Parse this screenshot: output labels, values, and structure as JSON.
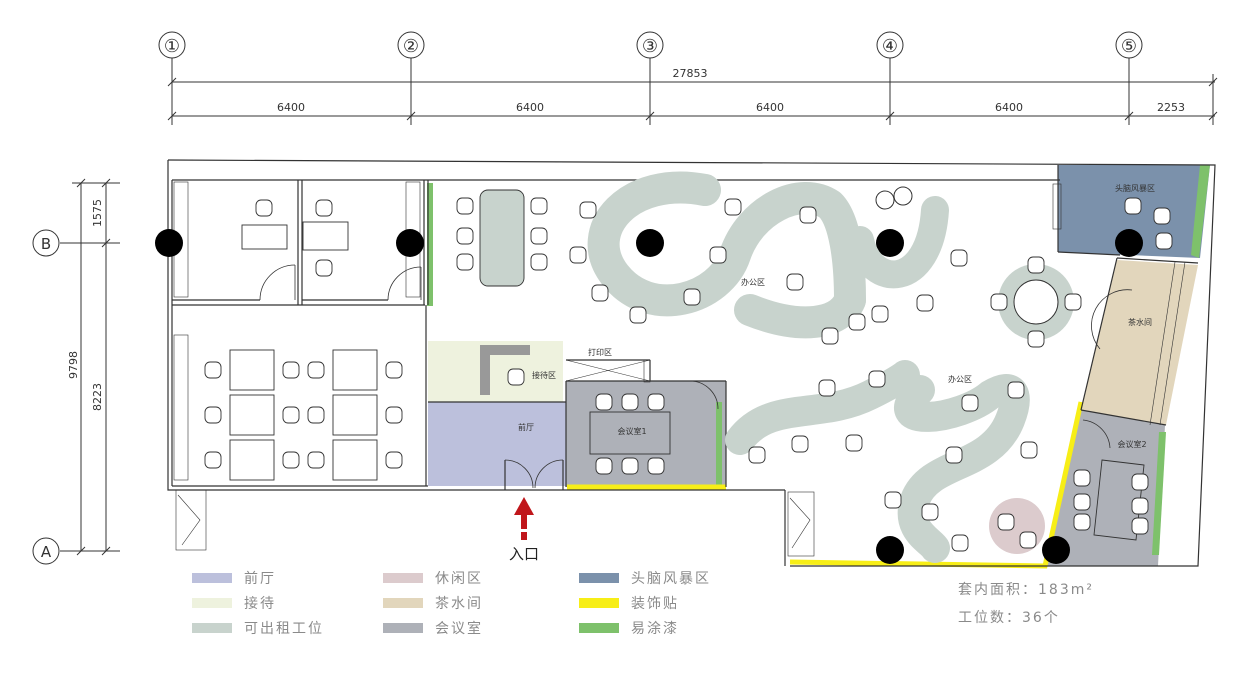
{
  "grid_columns": [
    "①",
    "②",
    "③",
    "④",
    "⑤"
  ],
  "grid_rows": [
    "B",
    "A"
  ],
  "dimensions": {
    "total_width": "27853",
    "segments": [
      "6400",
      "6400",
      "6400",
      "6400",
      "2253"
    ],
    "total_height": "9798",
    "height_upper": "1575",
    "height_lower": "8223"
  },
  "rooms": {
    "office_1": "办公区",
    "office_2": "办公区",
    "brainstorm": "头脑风暴区",
    "tea": "茶水间",
    "meeting1": "会议室1",
    "meeting2": "会议室2",
    "lobby": "前厅",
    "reception": "接待区",
    "print": "打印区"
  },
  "entrance": "入口",
  "legend": [
    {
      "label": "前厅",
      "color": "#bcc0dc"
    },
    {
      "label": "接待",
      "color": "#eef2de"
    },
    {
      "label": "可出租工位",
      "color": "#c8d3cd"
    },
    {
      "label": "休闲区",
      "color": "#dccbcd"
    },
    {
      "label": "茶水间",
      "color": "#e2d6bc"
    },
    {
      "label": "会议室",
      "color": "#aeb1b8"
    },
    {
      "label": "头脑风暴区",
      "color": "#7b91ab"
    },
    {
      "label": "装饰贴",
      "color": "#f7ee17"
    },
    {
      "label": "易涂漆",
      "color": "#7ec16b"
    }
  ],
  "stats": {
    "area": "套内面积：183m²",
    "seats": "工位数：36个"
  },
  "colors": {
    "lobby": "#bcc0dc",
    "reception": "#eef2de",
    "desk": "#c8d3cd",
    "lounge": "#dccbcd",
    "tea": "#e2d6bc",
    "meeting": "#aeb1b8",
    "brainstorm": "#7b91ab",
    "decal": "#f7ee17",
    "paint": "#7ec16b",
    "arrow": "#c0161b"
  }
}
